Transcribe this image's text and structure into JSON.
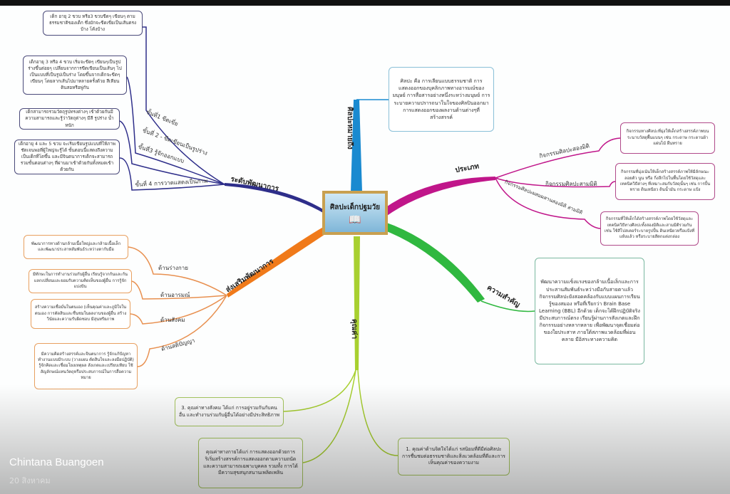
{
  "center": {
    "title": "ศิลปะเด็กปฐมวัย",
    "icon": "open-book-icon"
  },
  "definition": {
    "label": "ศิลปะหมายถึง",
    "text": "ศิลปะ คือ การเลียนแบบธรรมชาติ การแสดงออกของบุคลิกภาพทางอารมณ์ของมนุษย์ การสื่อสารอย่างหนึ่งระหว่างมนุษย์ การระบายความปรารถนาในใจของศิลปินออกมา การแสดงออกของผลงานด้านต่างๆที่สร้างสรรค์"
  },
  "levels": {
    "label": "ระดับพัฒนาการ",
    "items": [
      {
        "label": "ขั้นที่1 ขีดเขี่ย",
        "text": "เด็ก อายุ 2 ขวบ หรือ3 ขวบขีดๆ เขียนๆ ตามธรรมชาติของเด็ก ซึ่งมักจะขีดเขี่ยเป็นเส้นตรงบ้าง โค้งบ้าง"
      },
      {
        "label": "ขั้นที่ 2 - ขีดเขียนเป็นรูปร่าง",
        "text": "เด็กอายุ 3 หรือ 4 ขวบ เริ่มจะขีดๆ เขียนๆเป็นรูปร่างขึ้นต่อยๆ เปลี่ยนจากการขีดเขียนเป็นเส้นๆ ไปเป็นแบบที่เป็นรูปเป็นร่าง โดยขึ้นจากเด็กจะขีดๆ เขียนๆ โดยลากเส้นไปมาหลายครั้งด้วย สีเทียนดินสอหรือพู่กัน"
      },
      {
        "label": "ขั้นที่3 รู้จักออกแบบ",
        "text": "เด็กสามารถรวมวัตถุรูปทรงต่างๆ เข้าด้วยกันมีความสามารถและรู้ว่าวัตถุต่างๆ มีสี รูปร่าง น้ำหนัก"
      },
      {
        "label": "ขั้นที่ 4 การวาดแสดงเป็นภาพ",
        "text": "เด็กอายุ 4 และ 5 ขวบ จะเริ่มเขียนรูปแบบที่ให้ภาพชัดเจนพอที่ผู้ใหญ่จะรู้ได้ ขั้นตอนนี้แสดงถึงความเป็นเด็กที่โตขึ้น และมีจินตนาการเด็กจะสามารถรวมขั้นตอนต่างๆ ที่ผ่านมาเข้าด้วยกันทั้งหมดเข้าด้วยกัน"
      }
    ]
  },
  "types": {
    "label": "ประเภท",
    "items": [
      {
        "label": "กิจกรรมศิลปะสองมิติ",
        "text": "กิจกรรมทางศิลปะที่มุ่งให้เด็กสร้างสรรค์ภาพบนระนาบวัสดุพื้นแบนๆ เช่น กระดาษ กระดานผ้า แผ่นไม้ ผืนทราย"
      },
      {
        "label": "กิจกรรมศิลปะสามมิติ",
        "text": "กิจกรรมที่มุ่งเน้นให้เด็กสร้างสรรค์ภาพให้มีลักษณะลอยตัว นูน หรือ กิ่งลึกไปในพื้นโดยใช้วัสดุและเทคนิควิธีต่างๆ ที่เหมาะสมกับวัสดุนั้นๆ เช่น การปั้นทราย ดินเหนียว ดินน้ำมัน กระดาษ แป้ง"
      },
      {
        "label": "กิจกรรมศิลปะผสมผสานสองมิติ สามมิติ",
        "text": "กิจกรรมที่ให้เด็กได้สร้างสรรค์ภาพโดยใช้วัสดุและเทคนิควิธีทางศิลปะทั้งสองมิติและสามมิติรวมกัน เช่น ใช้สีโปสเตอร์ระบายรูปปั้น ดินเหนียวหรือแป้งที่แห้งแล้ว หรือระบายสีตกแต่งกล่อง"
      }
    ]
  },
  "importance": {
    "label": "ความสำคัญ",
    "text": "พัฒนาความแข็งแรงของกล้ามเนื้อเล็กและการประสานสัมพันธ์ระหว่างมือกับสายตาแล้ว กิจกรรมศิลปะยังสอดคล้องกับแบบแผนการเรียนรู้ของสมอง หรือที่เรียกว่า Brain Base Learning (BBL) อีกด้วย เด็กจะได้ฝึกปฏิบัติจริง มีประสบการณ์ตรง เรียนรู้ผ่านการสังเกตและฝึกกิจกรรมอย่างหลากหลาย เพื่อพัฒนาจุดเชื่อมต่อของใยประสาท ภายใต้สภาพแวดล้อมที่ผ่อนคลาย มีอิสระทางความคิด"
  },
  "development": {
    "label": "ส่งเสริมพัฒนาการ",
    "items": [
      {
        "label": "ด้านร่างกาย",
        "text": "พัฒนาการทางด้านกล้ามเนื้อใหญ่และกล้ามเนื้อเล็ก และพัฒนาประสาทสัมพันธ์ระหว่างตากับมือ"
      },
      {
        "label": "ด้านอารมณ์",
        "text": "มีทักษะในการทำงานร่วมกับผู้อื่น เรียนรู้จากกันและกัน แลกเปลี่ยนและยอมรับความคิดเห็นของผู้อื่น การรู้จักแบ่งปัน"
      },
      {
        "label": "ด้านสังคม",
        "text": "สร้างความเชื่อมั่นในตนเอง (เห็นคุณค่าและภูมิใจในตนเอง การตัดสินและชื่นชมในผลงานของผู้อื่น สร้างวินัยและความรับผิดชอบ มีสุนทรียภาพ"
      },
      {
        "label": "ด้านสติปัญญา",
        "text": "มีความคิดสร้างสรรค์และจินตนาการ รู้จักแก้ปัญหา ทำงานแบบมีระบบ (วางแผน ตัดสินใจและลงมือปฏิบัติ) รู้จักคิดและเชื่อมโยงเหตุผล สังเกตและเปรียบเทียบ ใช้สัญลักษณ์แทนวัตถุหรือประสบการณ์ในการสื่อความหมาย"
      }
    ]
  },
  "values": {
    "label": "คุณค่า",
    "items": [
      {
        "text": "3. คุณค่าทางสังคม ได้แก่ การอยู่รวมกันกับคนอื่น และทำงานร่วมกับผู้อื่นได้อย่างมีประสิทธิภาพ"
      },
      {
        "text": "คุณค่าทางกายได้แก่ การแสดงออกด้วยการริเริ่มสร้างสรรค์การแสดงออกตามความถนัด และความสามารถเฉพาะบุคคล รวมทั้ง การได้มีความสุขสนุกสนานเพลิดเพลิน"
      },
      {
        "text": "1. คุณค่าด้านจิตใจได้แก่ รสนิยมที่ดีมีต่อศิลปะ การชื่นชมต่อธรรมชาติและสิ่งแวดล้อมที่ดีและการเห็นคุณค่าของความงาม"
      }
    ]
  },
  "post": {
    "author": "Chintana Buangoen",
    "date": "20 สิงหาคม"
  },
  "colors": {
    "navy": "#2e2e8a",
    "magenta": "#c0168a",
    "orange": "#f07a1a",
    "green": "#30b840",
    "lime": "#a8d030",
    "blue": "#1a8ad0",
    "gold": "#c8a050"
  }
}
